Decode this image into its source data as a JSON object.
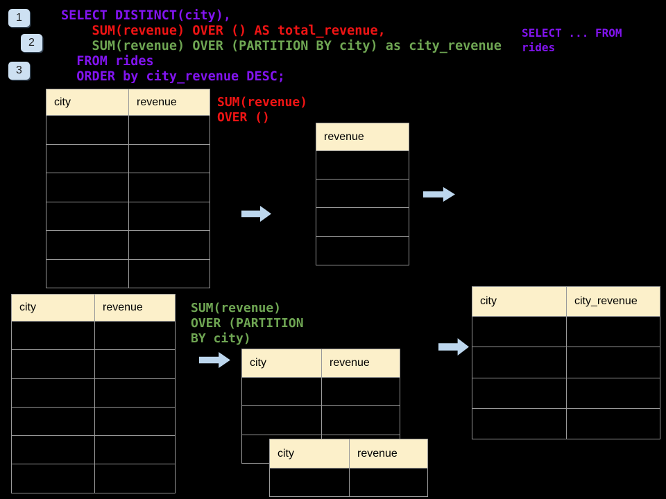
{
  "colors": {
    "background": "#000000",
    "table_header_fill": "#FCF0CA",
    "table_line": "#9A9A9A",
    "arrow_fill": "#BDD7EE",
    "badge_fill": "#CDE0F2",
    "sql_purple": "#8214F0",
    "sql_red": "#F01414",
    "sql_green": "#6FA653"
  },
  "badges": [
    {
      "label": "1"
    },
    {
      "label": "2"
    },
    {
      "label": "3"
    }
  ],
  "sql_code": {
    "lines": [
      {
        "text": "SELECT DISTINCT(city),",
        "color": "purple"
      },
      {
        "text": "    SUM(revenue) OVER () AS total_revenue,",
        "color": "red"
      },
      {
        "text": "    SUM(revenue) OVER (PARTITION BY city) as city_revenue",
        "color": "green"
      },
      {
        "text": "  FROM rides",
        "color": "purple"
      },
      {
        "text": "  ORDER by city_revenue DESC;",
        "color": "purple"
      }
    ]
  },
  "side_note": {
    "color": "purple",
    "lines": [
      "SELECT ... FROM",
      "rides"
    ]
  },
  "annotations": [
    {
      "id": "total-revenue",
      "color": "red",
      "lines": [
        "SUM(revenue)",
        "OVER ()"
      ]
    },
    {
      "id": "city-revenue",
      "color": "green",
      "lines": [
        "SUM(revenue)",
        "OVER (PARTITION",
        "BY city)"
      ]
    }
  ],
  "tables": [
    {
      "id": "rides-source-top",
      "columns": [
        "city",
        "revenue"
      ],
      "body_rows": 6
    },
    {
      "id": "rides-source-bottom",
      "columns": [
        "city",
        "revenue"
      ],
      "body_rows": 6
    },
    {
      "id": "total-revenue-result",
      "columns": [
        "revenue"
      ],
      "body_rows": 4
    },
    {
      "id": "partition-intermediate-back",
      "columns": [
        "city",
        "revenue"
      ],
      "body_rows": 3
    },
    {
      "id": "partition-intermediate-front",
      "columns": [
        "city",
        "revenue"
      ],
      "body_rows": 1
    },
    {
      "id": "city-revenue-result",
      "columns": [
        "city",
        "city_revenue"
      ],
      "body_rows": 4
    }
  ],
  "arrows": [
    {
      "id": "arrow-to-total-result"
    },
    {
      "id": "arrow-from-total-result"
    },
    {
      "id": "arrow-to-partition-result"
    },
    {
      "id": "arrow-from-partition-result"
    }
  ]
}
